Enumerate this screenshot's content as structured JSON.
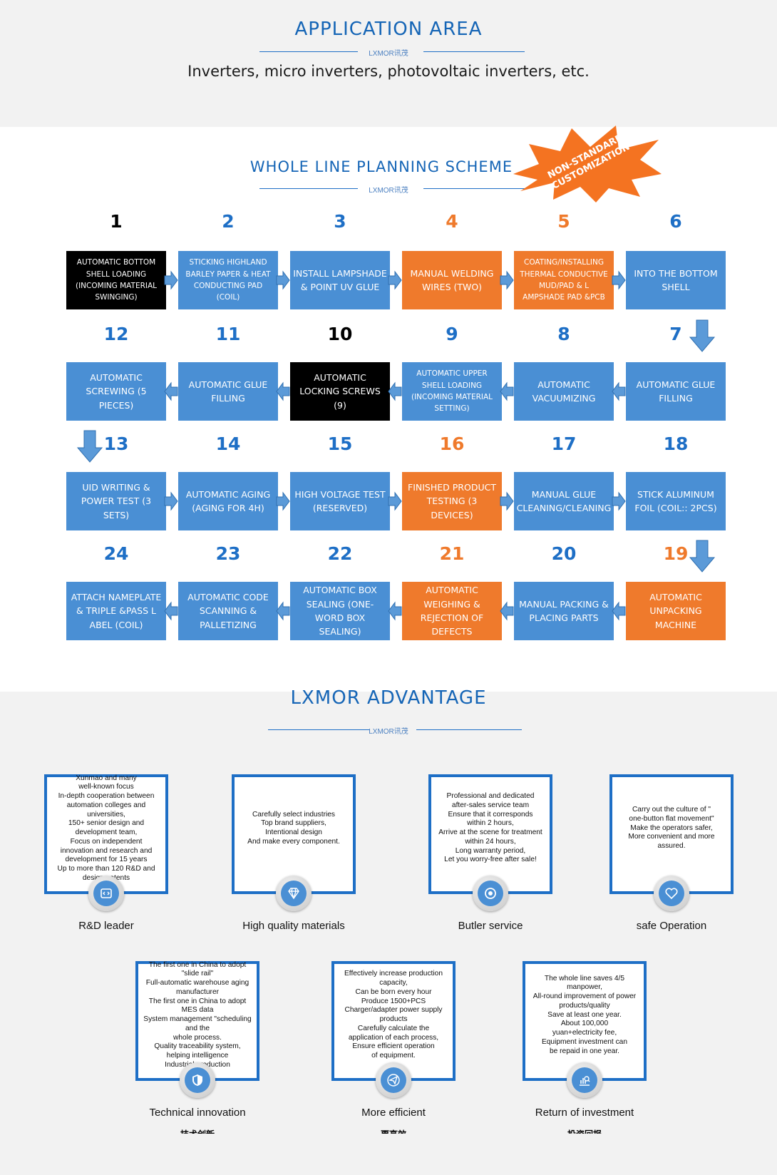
{
  "application": {
    "title": "APPLICATION AREA",
    "brand": "LXMOR讯茂",
    "description": "Inverters, micro inverters, photovoltaic inverters, etc."
  },
  "planning": {
    "title": "WHOLE LINE PLANNING SCHEME",
    "brand": "LXMOR讯茂",
    "badge_line1": "NON-STANDARD",
    "badge_line2": "CUSTOMIZATION",
    "steps": [
      {
        "num": "1",
        "label": "AUTOMATIC BOTTOM SHELL LOADING (INCOMING MATERIAL SWINGING)",
        "color": "black"
      },
      {
        "num": "2",
        "label": "STICKING HIGHLAND BARLEY PAPER & HEAT CONDUCTING PAD (COIL)",
        "color": "blue"
      },
      {
        "num": "3",
        "label": "INSTALL LAMPSHADE & POINT UV GLUE",
        "color": "blue"
      },
      {
        "num": "4",
        "label": "MANUAL WELDING WIRES (TWO)",
        "color": "orange"
      },
      {
        "num": "5",
        "label": "COATING/INSTALLING THERMAL CONDUCTIVE MUD/PAD & L AMPSHADE PAD &PCB",
        "color": "orange"
      },
      {
        "num": "6",
        "label": "INTO THE BOTTOM SHELL",
        "color": "blue"
      },
      {
        "num": "7",
        "label": "AUTOMATIC GLUE FILLING",
        "color": "blue"
      },
      {
        "num": "8",
        "label": "AUTOMATIC VACUUMIZING",
        "color": "blue"
      },
      {
        "num": "9",
        "label": "AUTOMATIC UPPER SHELL LOADING (INCOMING MATERIAL SETTING)",
        "color": "blue"
      },
      {
        "num": "10",
        "label": "AUTOMATIC LOCKING SCREWS (9)",
        "color": "black"
      },
      {
        "num": "11",
        "label": "AUTOMATIC GLUE FILLING",
        "color": "blue"
      },
      {
        "num": "12",
        "label": "AUTOMATIC SCREWING (5 PIECES)",
        "color": "blue"
      },
      {
        "num": "13",
        "label": "UID WRITING & POWER TEST (3 SETS)",
        "color": "blue"
      },
      {
        "num": "14",
        "label": "AUTOMATIC AGING (AGING FOR 4H)",
        "color": "blue"
      },
      {
        "num": "15",
        "label": "HIGH VOLTAGE TEST (RESERVED)",
        "color": "blue"
      },
      {
        "num": "16",
        "label": "FINISHED PRODUCT TESTING (3 DEVICES)",
        "color": "orange"
      },
      {
        "num": "17",
        "label": "MANUAL GLUE CLEANING/CLEANING",
        "color": "blue"
      },
      {
        "num": "18",
        "label": "STICK ALUMINUM FOIL (COIL:: 2PCS)",
        "color": "blue"
      },
      {
        "num": "19",
        "label": "AUTOMATIC UNPACKING MACHINE",
        "color": "orange"
      },
      {
        "num": "20",
        "label": "MANUAL PACKING & PLACING PARTS",
        "color": "blue"
      },
      {
        "num": "21",
        "label": "AUTOMATIC WEIGHING & REJECTION OF DEFECTS",
        "color": "orange"
      },
      {
        "num": "22",
        "label": "AUTOMATIC BOX SEALING (ONE-WORD BOX SEALING)",
        "color": "blue"
      },
      {
        "num": "23",
        "label": "AUTOMATIC CODE SCANNING & PALLETIZING",
        "color": "blue"
      },
      {
        "num": "24",
        "label": "ATTACH NAMEPLATE & TRIPLE &PASS L ABEL (COIL)",
        "color": "blue"
      }
    ]
  },
  "advantage": {
    "title": "LXMOR ADVANTAGE",
    "brand": "LXMOR讯茂",
    "items": [
      {
        "caption": "R&D leader",
        "icon": "code-icon",
        "text": "Xunmao and many\nwell-known focus\nIn-depth cooperation between\nautomation colleges and universities,\n150+ senior design and\ndevelopment team,\nFocus on independent\ninnovation and research and\ndevelopment for 15 years\nUp to more than 120 R&D and\ndesign patents"
      },
      {
        "caption": "High quality materials",
        "icon": "diamond-icon",
        "text": "Carefully select industries\nTop brand suppliers,\nIntentional design\nAnd make every component."
      },
      {
        "caption": "Butler service",
        "icon": "service-icon",
        "text": "Professional and dedicated\nafter-sales service team\nEnsure that it corresponds\nwithin 2 hours,\nArrive at the scene for treatment\nwithin 24 hours,\nLong warranty period,\nLet you worry-free after sale!"
      },
      {
        "caption": "safe Operation",
        "icon": "heart-icon",
        "text": "Carry out the culture of \"\none-button flat movement\"\nMake the operators safer,\nMore convenient and more\nassured."
      },
      {
        "caption": "Technical innovation",
        "caption_zh": "技术创新",
        "icon": "shield-icon",
        "text": "The first one in China to adopt \"slide rail\"\nFull-automatic warehouse aging\nmanufacturer\nThe first one in China to adopt\nMES data\nSystem management \"scheduling and the\nwhole process.\nQuality traceability system,\nhelping intelligence\nIndustrial production"
      },
      {
        "caption": "More efficient",
        "caption_zh": "更高效",
        "icon": "send-icon",
        "text": "Effectively increase production capacity,\nCan be born every hour\nProduce 1500+PCS\nCharger/adapter power supply products\nCarefully calculate the\napplication of each process,\nEnsure efficient operation\nof equipment."
      },
      {
        "caption": "Return of investment",
        "caption_zh": "投资回报",
        "icon": "chart-search-icon",
        "text": "The whole line saves 4/5\nmanpower,\nAll-round improvement of power\nproducts/quality\nSave at least one year.\nAbout 100,000\nyuan+electricity fee,\nEquipment investment can\nbe repaid in one year."
      }
    ]
  }
}
